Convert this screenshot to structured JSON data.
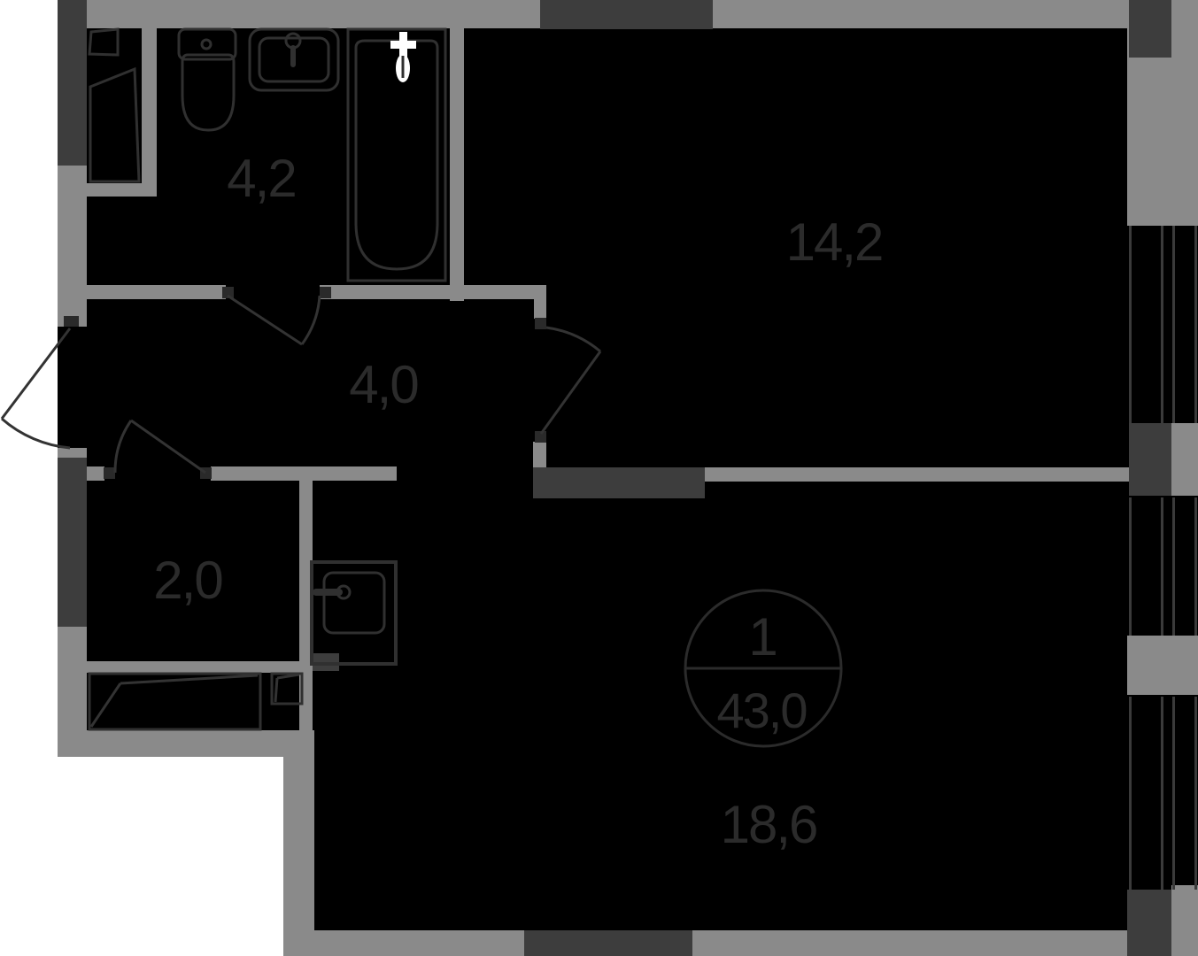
{
  "floorplan": {
    "badge": {
      "rooms_count": "1",
      "total_area": "43,0"
    },
    "room_areas": {
      "bathroom": "4,2",
      "bedroom": "14,2",
      "hallway": "4,0",
      "storage": "2,0",
      "living_room": "18,6"
    },
    "icons": [
      "toilet-icon",
      "sink-icon",
      "bathtub-icon",
      "washing-machine-icon",
      "wardrobe-icon",
      "closet-icon",
      "door-swing-icon",
      "window-icon"
    ],
    "colors": {
      "wall_gray": "#8a8a8a",
      "accent_dark": "#3d3d3d",
      "interior_black": "#000000",
      "exterior_white": "#ffffff",
      "line_dark": "#333333",
      "label_dark": "#2b2b2b"
    }
  }
}
